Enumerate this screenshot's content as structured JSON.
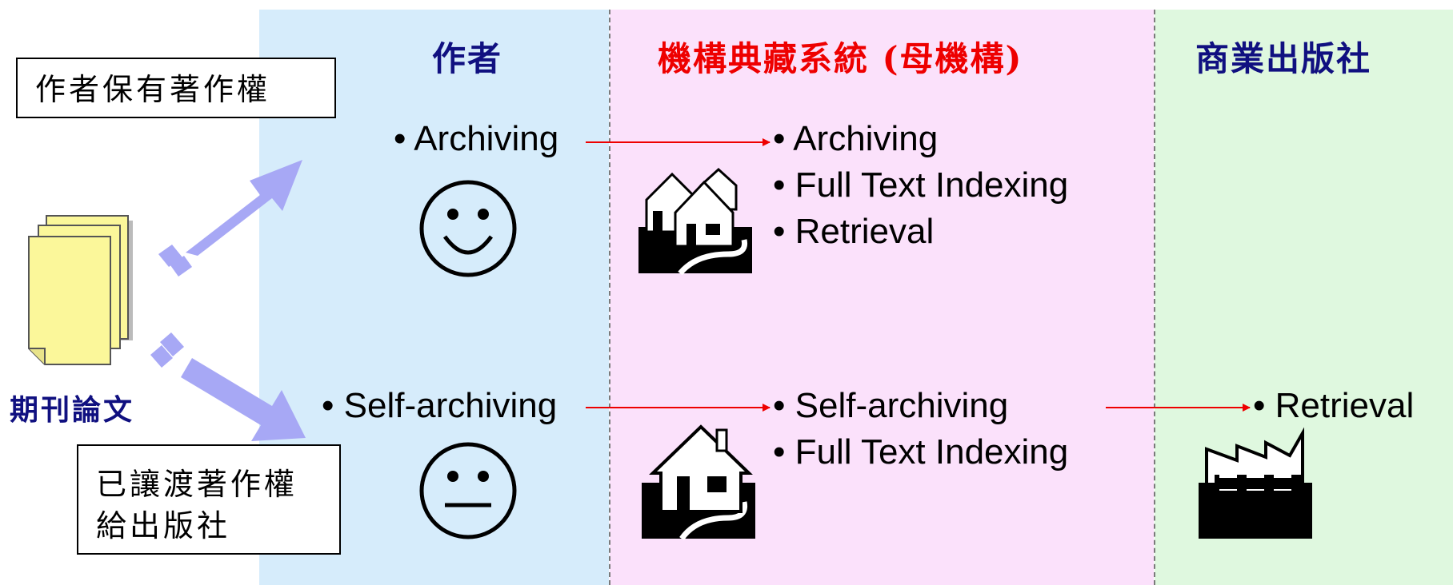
{
  "columns": {
    "author": "作者",
    "institution": "機構典藏系統 (母機構)",
    "publisher": "商業出版社"
  },
  "left": {
    "retain_box": "作者保有著作權",
    "transfer_box_line1": "已讓渡著作權",
    "transfer_box_line2": "給出版社",
    "doc_label": "期刊論文"
  },
  "author_items": {
    "top": "• Archiving",
    "bottom": "• Self-archiving"
  },
  "institution_items": {
    "top": [
      "• Archiving",
      "• Full Text Indexing",
      "• Retrieval"
    ],
    "bottom": [
      "• Self-archiving",
      "• Full Text Indexing"
    ]
  },
  "publisher_items": {
    "bottom": "• Retrieval"
  },
  "colors": {
    "author_bg": "#d6ecfb",
    "institution_bg": "#fbe1fb",
    "publisher_bg": "#dff8df",
    "header_blue": "#101080",
    "header_red": "#ee0000",
    "arrow_red": "#ee0000",
    "big_arrow": "#a7a8f5",
    "document": "#fbf79a"
  },
  "icons": [
    "document-stack-icon",
    "happy-face-icon",
    "neutral-face-icon",
    "village-icon",
    "house-icon",
    "factory-icon",
    "arrow-icon"
  ]
}
